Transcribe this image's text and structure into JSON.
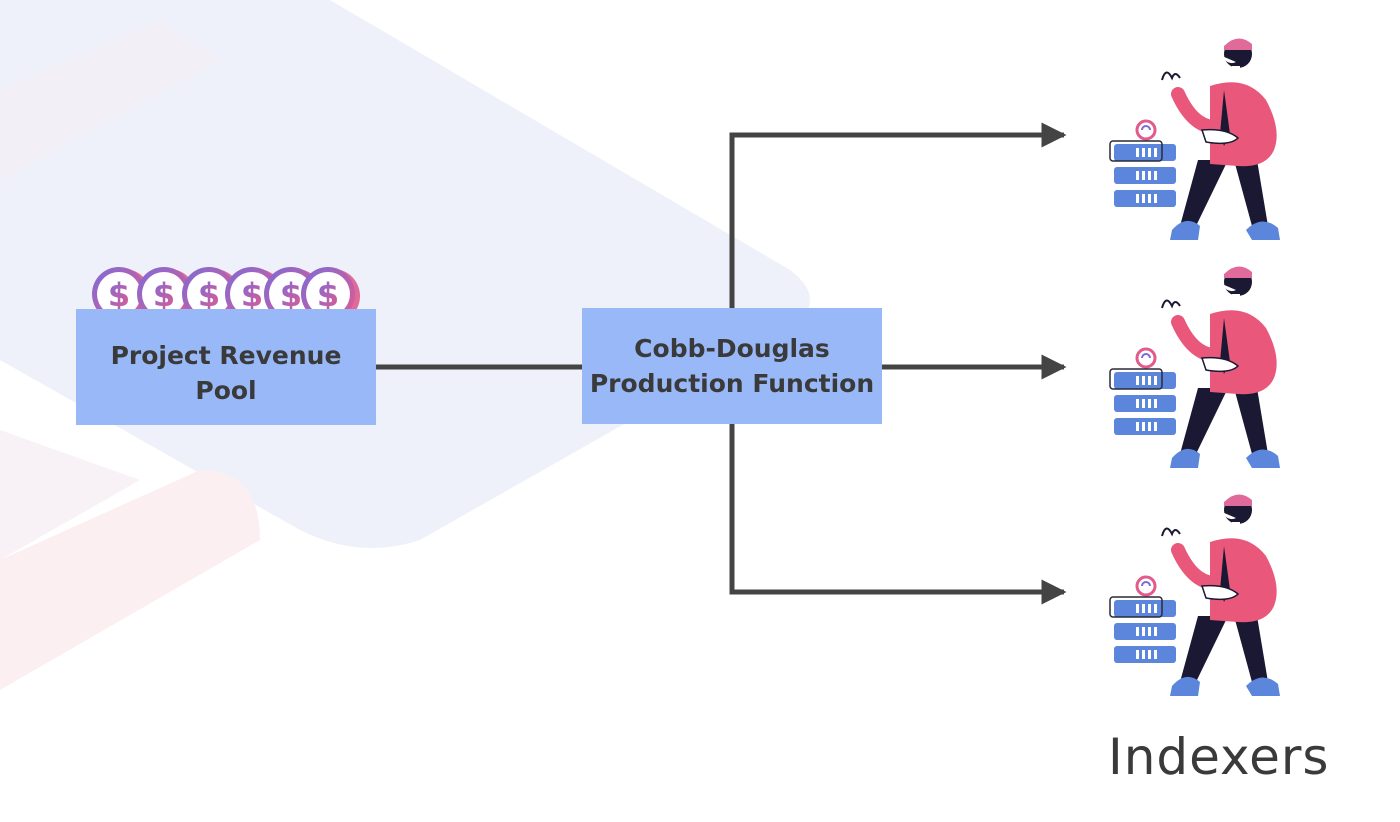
{
  "nodes": {
    "revenue_pool": {
      "label": "Project Revenue\nPool"
    },
    "production_function": {
      "label": "Cobb-Douglas\nProduction Function"
    }
  },
  "indexers_label": "Indexers",
  "icons": {
    "coin": "dollar-coin-icon",
    "indexer": "indexer-person-icon",
    "server": "server-stack-icon"
  },
  "colors": {
    "box_fill": "#99b8f8",
    "text": "#3a3a3a",
    "arrow": "#444444",
    "person_body": "#e9587a",
    "person_legs": "#1a1833",
    "server": "#5b86dc"
  }
}
